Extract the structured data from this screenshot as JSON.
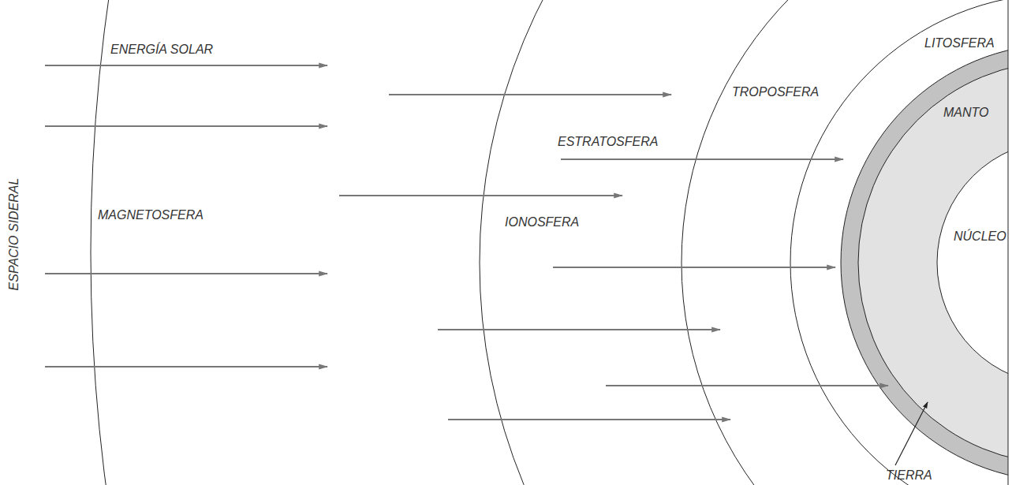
{
  "diagram": {
    "labels": [
      "ESPACIO SIDERAL",
      "ENERGÍA SOLAR",
      "MAGNETOSFERA",
      "IONOSFERA",
      "ESTRATOSFERA",
      "TROPOSFERA",
      "LITOSFERA",
      "MANTO",
      "NÚCLEO",
      "TIERRA"
    ]
  }
}
